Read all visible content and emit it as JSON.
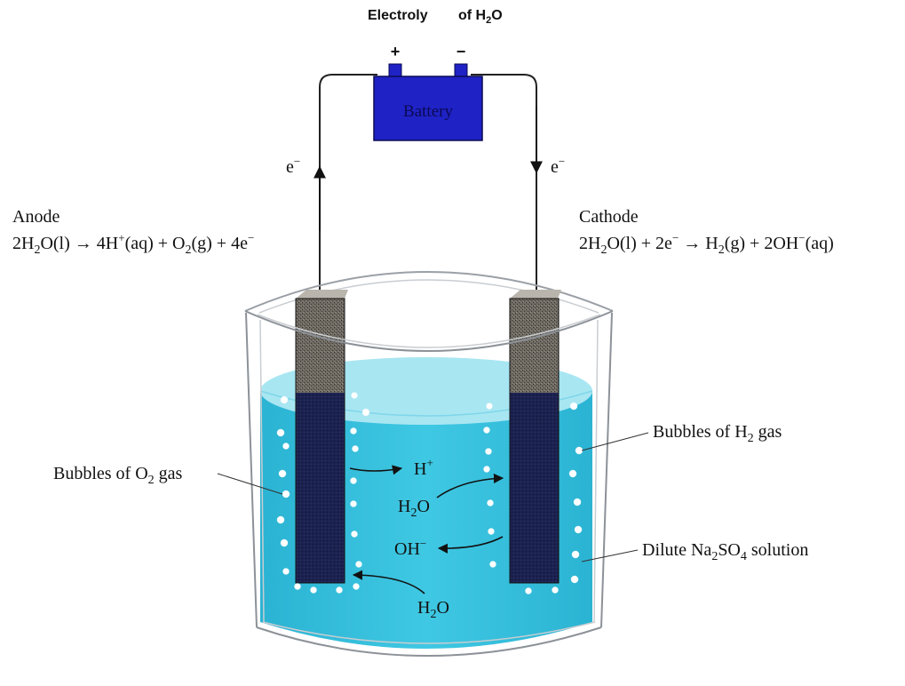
{
  "title": {
    "main": "Electroly",
    "tail": "of H",
    "sub": "2",
    "end": "O"
  },
  "battery": {
    "label": "Battery",
    "plus": "+",
    "minus": "−"
  },
  "electron": {
    "base": "e",
    "sup": "−"
  },
  "anode": {
    "name": "Anode",
    "eq": {
      "a": "2H",
      "a_sub": "2",
      "b": "O(l) → 4H",
      "b_sup": "+",
      "c": "(aq) + O",
      "c_sub": "2",
      "d": "(g) + 4e",
      "d_sup": "−"
    }
  },
  "cathode": {
    "name": "Cathode",
    "eq": {
      "a": "2H",
      "a_sub": "2",
      "b": "O(l) + 2e",
      "b_sup": "−",
      "c": " → H",
      "c_sub": "2",
      "d": "(g) + 2OH",
      "d_sup": "−",
      "e": "(aq)"
    }
  },
  "bubbles_o2": {
    "a": "Bubbles of O",
    "sub": "2",
    "b": " gas"
  },
  "bubbles_h2": {
    "a": "Bubbles of H",
    "sub": "2",
    "b": " gas"
  },
  "solution": {
    "a": "Dilute Na",
    "sub1": "2",
    "b": "SO",
    "sub2": "4",
    "c": " solution"
  },
  "ions": {
    "h_plus": {
      "base": "H",
      "sup": "+"
    },
    "water_upper": {
      "base": "H",
      "sub": "2",
      "end": "O"
    },
    "oh_minus": {
      "base": "OH",
      "sup": "−"
    },
    "water_lower": {
      "base": "H",
      "sub": "2",
      "end": "O"
    }
  },
  "colors": {
    "battery": "#1f22c4",
    "liquid": "#35c2df",
    "liquid_surface": "#a8e6f2",
    "electrode_top": "#6e6a62",
    "electrode_bottom": "#1c2250"
  }
}
